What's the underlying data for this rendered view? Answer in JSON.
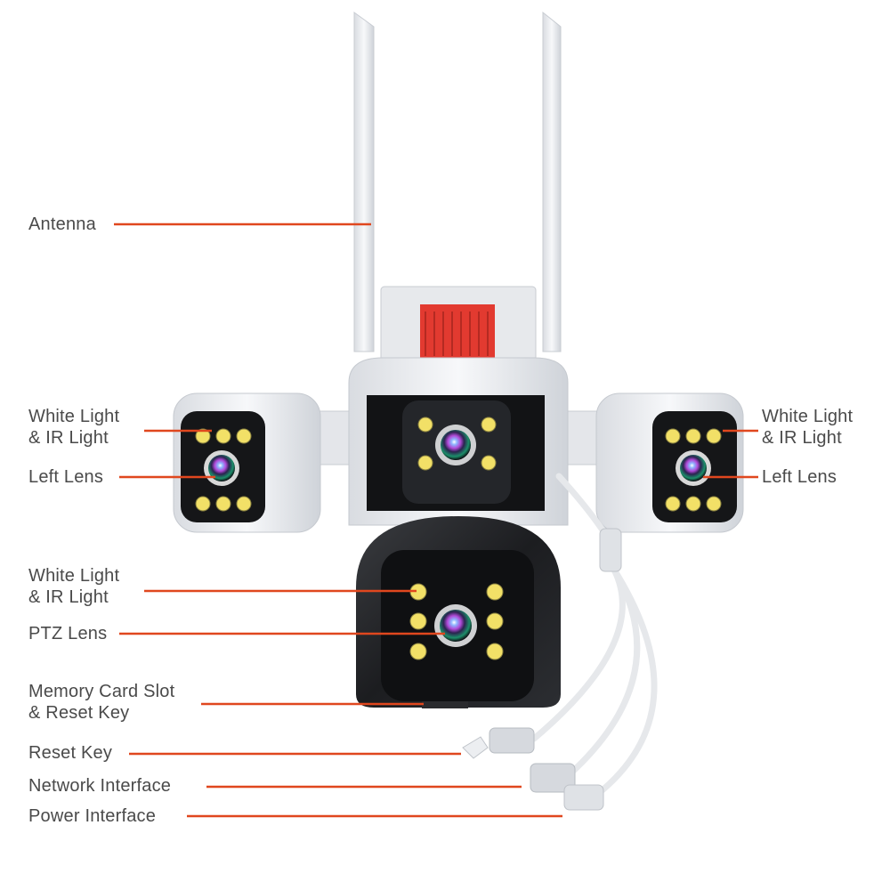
{
  "colors": {
    "leader_line": "#e0471e",
    "label_text": "#4a4a4a",
    "housing_white": "#eef0f3",
    "face_black": "#161719",
    "led": "#f2e067",
    "accent_red": "#e23a30"
  },
  "callouts": {
    "antenna": {
      "lines": [
        "Antenna"
      ]
    },
    "left_white_light": {
      "lines": [
        "White Light",
        "& IR Light"
      ]
    },
    "left_lens": {
      "lines": [
        "Left Lens"
      ]
    },
    "right_white_light": {
      "lines": [
        "White Light",
        "& IR Light"
      ]
    },
    "right_lens": {
      "lines": [
        "Left Lens"
      ]
    },
    "ptz_white_light": {
      "lines": [
        "White Light",
        "& IR Light"
      ]
    },
    "ptz_lens": {
      "lines": [
        "PTZ Lens"
      ]
    },
    "memory_card": {
      "lines": [
        "Memory Card Slot",
        "& Reset Key"
      ]
    },
    "reset_key": {
      "lines": [
        "Reset Key"
      ]
    },
    "network": {
      "lines": [
        "Network Interface"
      ]
    },
    "power": {
      "lines": [
        "Power Interface"
      ]
    }
  },
  "icons": {
    "antenna": "antenna-icon",
    "lens": "camera-lens-icon",
    "led": "led-light-icon",
    "connector": "cable-connector-icon"
  }
}
